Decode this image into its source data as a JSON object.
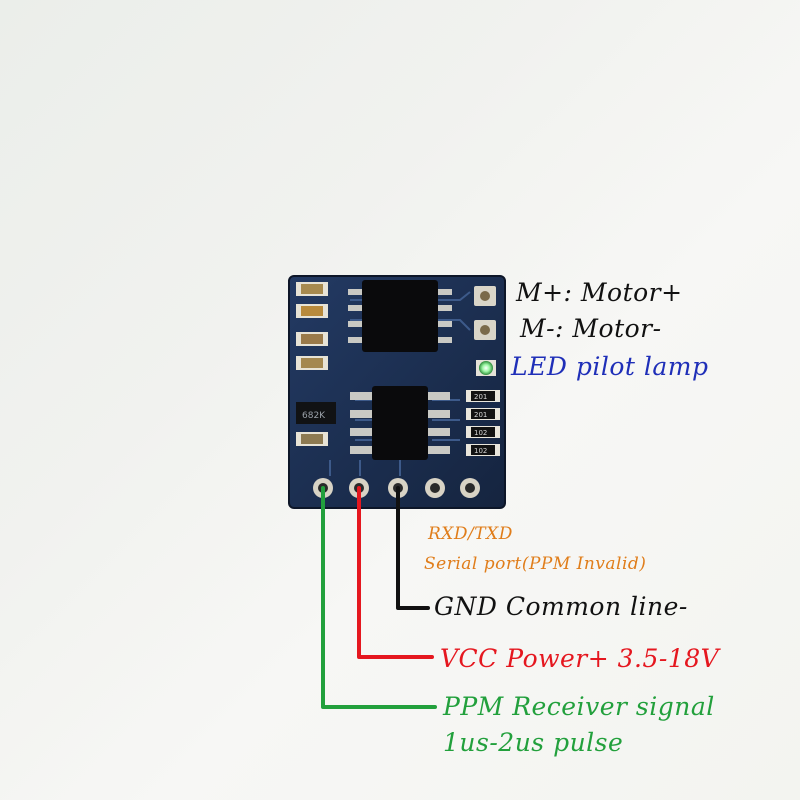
{
  "labels": {
    "motor_plus": "M+: Motor+",
    "motor_minus": "M-: Motor-",
    "led": "LED pilot lamp",
    "rxd_txd": "RXD/TXD",
    "serial_port": "Serial port(PPM Invalid)",
    "gnd": "GND Common line-",
    "vcc": "VCC Power+ 3.5-18V",
    "ppm_signal": "PPM Receiver signal",
    "pulse": "1us-2us pulse"
  },
  "board_markings": {
    "r1": "201",
    "r2": "201",
    "r3": "102",
    "r4": "102",
    "cap": "682K"
  },
  "colors": {
    "motor_text": "#111111",
    "led_text": "#1f2fb8",
    "serial_text": "#e07d1a",
    "gnd_wire": "#111111",
    "vcc_wire": "#e5171f",
    "ppm_wire": "#22a03c",
    "pcb": "#1c2f53"
  }
}
